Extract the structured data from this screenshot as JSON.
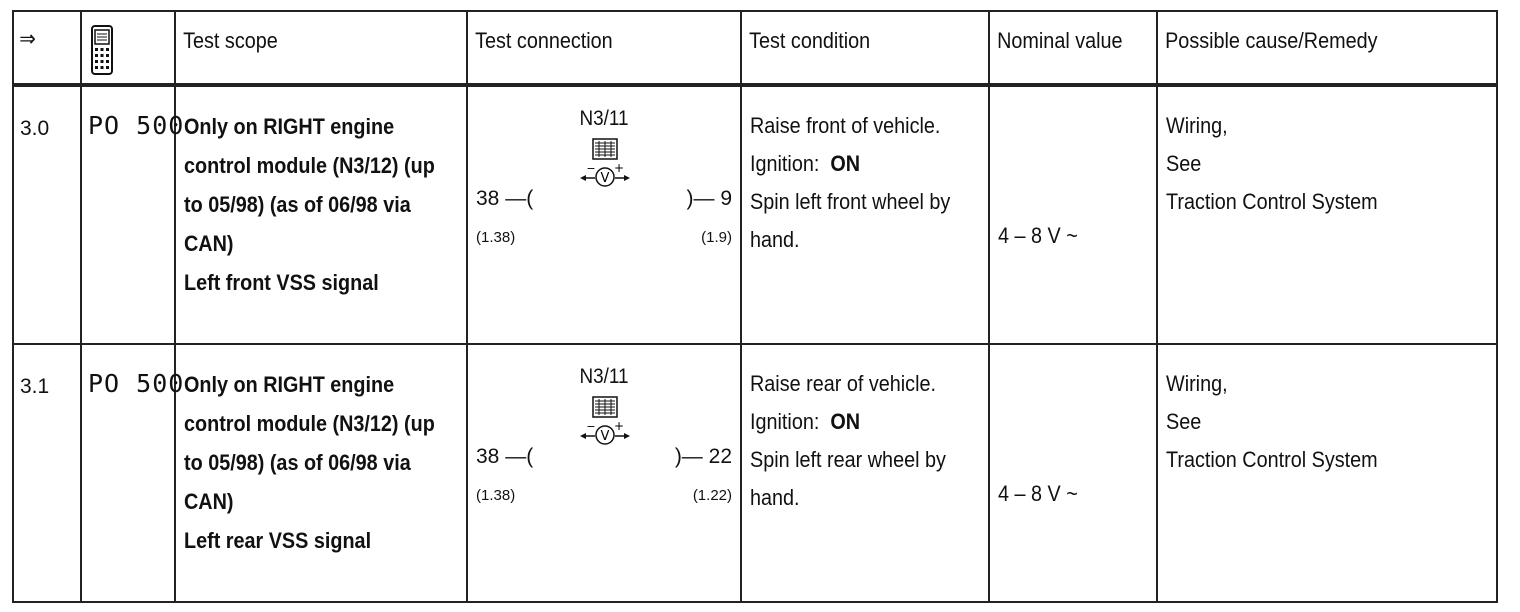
{
  "header": {
    "arrow": "⇒",
    "device_icon": "diagnostic-tester-icon",
    "test_scope": "Test scope",
    "test_connection": "Test connection",
    "test_condition": "Test condition",
    "nominal_value": "Nominal value",
    "possible_cause": "Possible cause/Remedy"
  },
  "rows": [
    {
      "step": "3.0",
      "code": "PO 500",
      "scope_lines": [
        "Only on RIGHT engine",
        "control module (N3/12) (up",
        "to 05/98) (as of 06/98 via",
        "CAN)",
        "Left front VSS signal"
      ],
      "connection": {
        "module": "N3/11",
        "meter_icon": "voltmeter-icon",
        "pin_left": "38",
        "pin_right": "9",
        "sub_left": "(1.38)",
        "sub_right": "(1.9)"
      },
      "condition": {
        "line1": "Raise front of vehicle.",
        "ignition_label": "Ignition:",
        "ignition_value": "ON",
        "line3": "Spin left front wheel by",
        "line4": "hand."
      },
      "nominal": "4 – 8 V ~",
      "cause_lines": [
        "Wiring,",
        "See",
        "Traction Control System"
      ]
    },
    {
      "step": "3.1",
      "code": "PO 500",
      "scope_lines": [
        "Only on RIGHT engine",
        "control module (N3/12) (up",
        "to 05/98) (as of 06/98 via",
        "CAN)",
        "Left rear VSS signal"
      ],
      "connection": {
        "module": "N3/11",
        "meter_icon": "voltmeter-icon",
        "pin_left": "38",
        "pin_right": "22",
        "sub_left": "(1.38)",
        "sub_right": "(1.22)"
      },
      "condition": {
        "line1": "Raise rear of vehicle.",
        "ignition_label": "Ignition:",
        "ignition_value": "ON",
        "line3": "Spin left rear wheel by",
        "line4": "hand."
      },
      "nominal": "4 – 8 V ~",
      "cause_lines": [
        "Wiring,",
        "See",
        "Traction Control System"
      ]
    }
  ]
}
